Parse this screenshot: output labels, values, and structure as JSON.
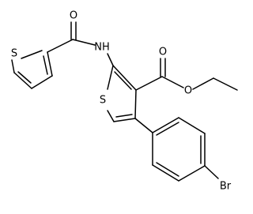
{
  "atoms": {
    "o_amide": "O",
    "nh": "NH",
    "s_left_ring": "S",
    "o_carbonyl": "O",
    "o_ester": "O",
    "s_center_ring": "S",
    "br": "Br"
  },
  "colors": {
    "bond": "#000000",
    "label": "#000000",
    "background": "#ffffff"
  }
}
